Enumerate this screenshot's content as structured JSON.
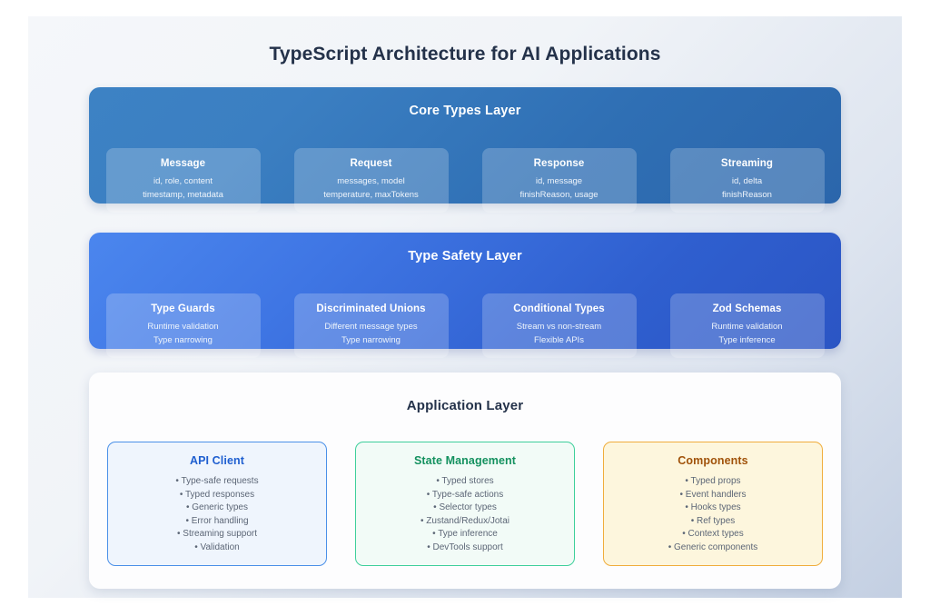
{
  "page": {
    "title": "TypeScript Architecture for AI Applications",
    "background_start": "#f5f7fa",
    "background_end": "#c3cfe2"
  },
  "layers": [
    {
      "id": "core-types",
      "title": "Core Types Layer",
      "accent": "#2f6fb4",
      "cards": [
        {
          "title": "Message",
          "lines": [
            "id, role, content",
            "timestamp, metadata"
          ]
        },
        {
          "title": "Request",
          "lines": [
            "messages, model",
            "temperature, maxTokens"
          ]
        },
        {
          "title": "Response",
          "lines": [
            "id, message",
            "finishReason, usage"
          ]
        },
        {
          "title": "Streaming",
          "lines": [
            "id, delta",
            "finishReason"
          ]
        }
      ]
    },
    {
      "id": "type-safety",
      "title": "Type Safety Layer",
      "accent": "#2f5fcf",
      "cards": [
        {
          "title": "Type Guards",
          "lines": [
            "Runtime validation",
            "Type narrowing"
          ]
        },
        {
          "title": "Discriminated Unions",
          "lines": [
            "Different message types",
            "Type narrowing"
          ]
        },
        {
          "title": "Conditional Types",
          "lines": [
            "Stream vs non-stream",
            "Flexible APIs"
          ]
        },
        {
          "title": "Zod Schemas",
          "lines": [
            "Runtime validation",
            "Type inference"
          ]
        }
      ]
    }
  ],
  "application_layer": {
    "title": "Application Layer",
    "cards": [
      {
        "title": "API Client",
        "accent": "#1f5fd0",
        "border": "#4a90e8",
        "fill": "#eff5fd",
        "items": [
          "• Type-safe requests",
          "• Typed responses",
          "• Generic types",
          "• Error handling",
          "• Streaming support",
          "• Validation"
        ]
      },
      {
        "title": "State Management",
        "accent": "#14915f",
        "border": "#3ecf9b",
        "fill": "#f2fbf7",
        "items": [
          "• Typed stores",
          "• Type-safe actions",
          "• Selector types",
          "• Zustand/Redux/Jotai",
          "• Type inference",
          "• DevTools support"
        ]
      },
      {
        "title": "Components",
        "accent": "#a0520a",
        "border": "#f0ad3c",
        "fill": "#fdf6dd",
        "items": [
          "• Typed props",
          "• Event handlers",
          "• Hooks types",
          "• Ref types",
          "• Context types",
          "• Generic components"
        ]
      }
    ]
  }
}
